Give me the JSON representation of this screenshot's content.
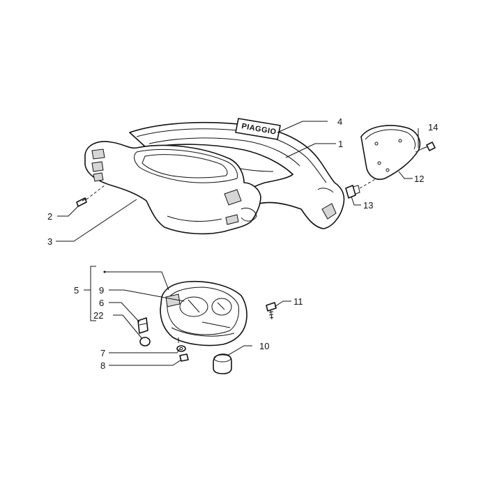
{
  "logo_text": "PIAGGIO",
  "labels": {
    "l1": "1",
    "l2": "2",
    "l3": "3",
    "l4": "4",
    "l5": "5",
    "l6": "6",
    "l7": "7",
    "l8": "8",
    "l9": "9",
    "l10": "10",
    "l11": "11",
    "l12": "12",
    "l13": "13",
    "l14": "14",
    "l22": "22"
  }
}
